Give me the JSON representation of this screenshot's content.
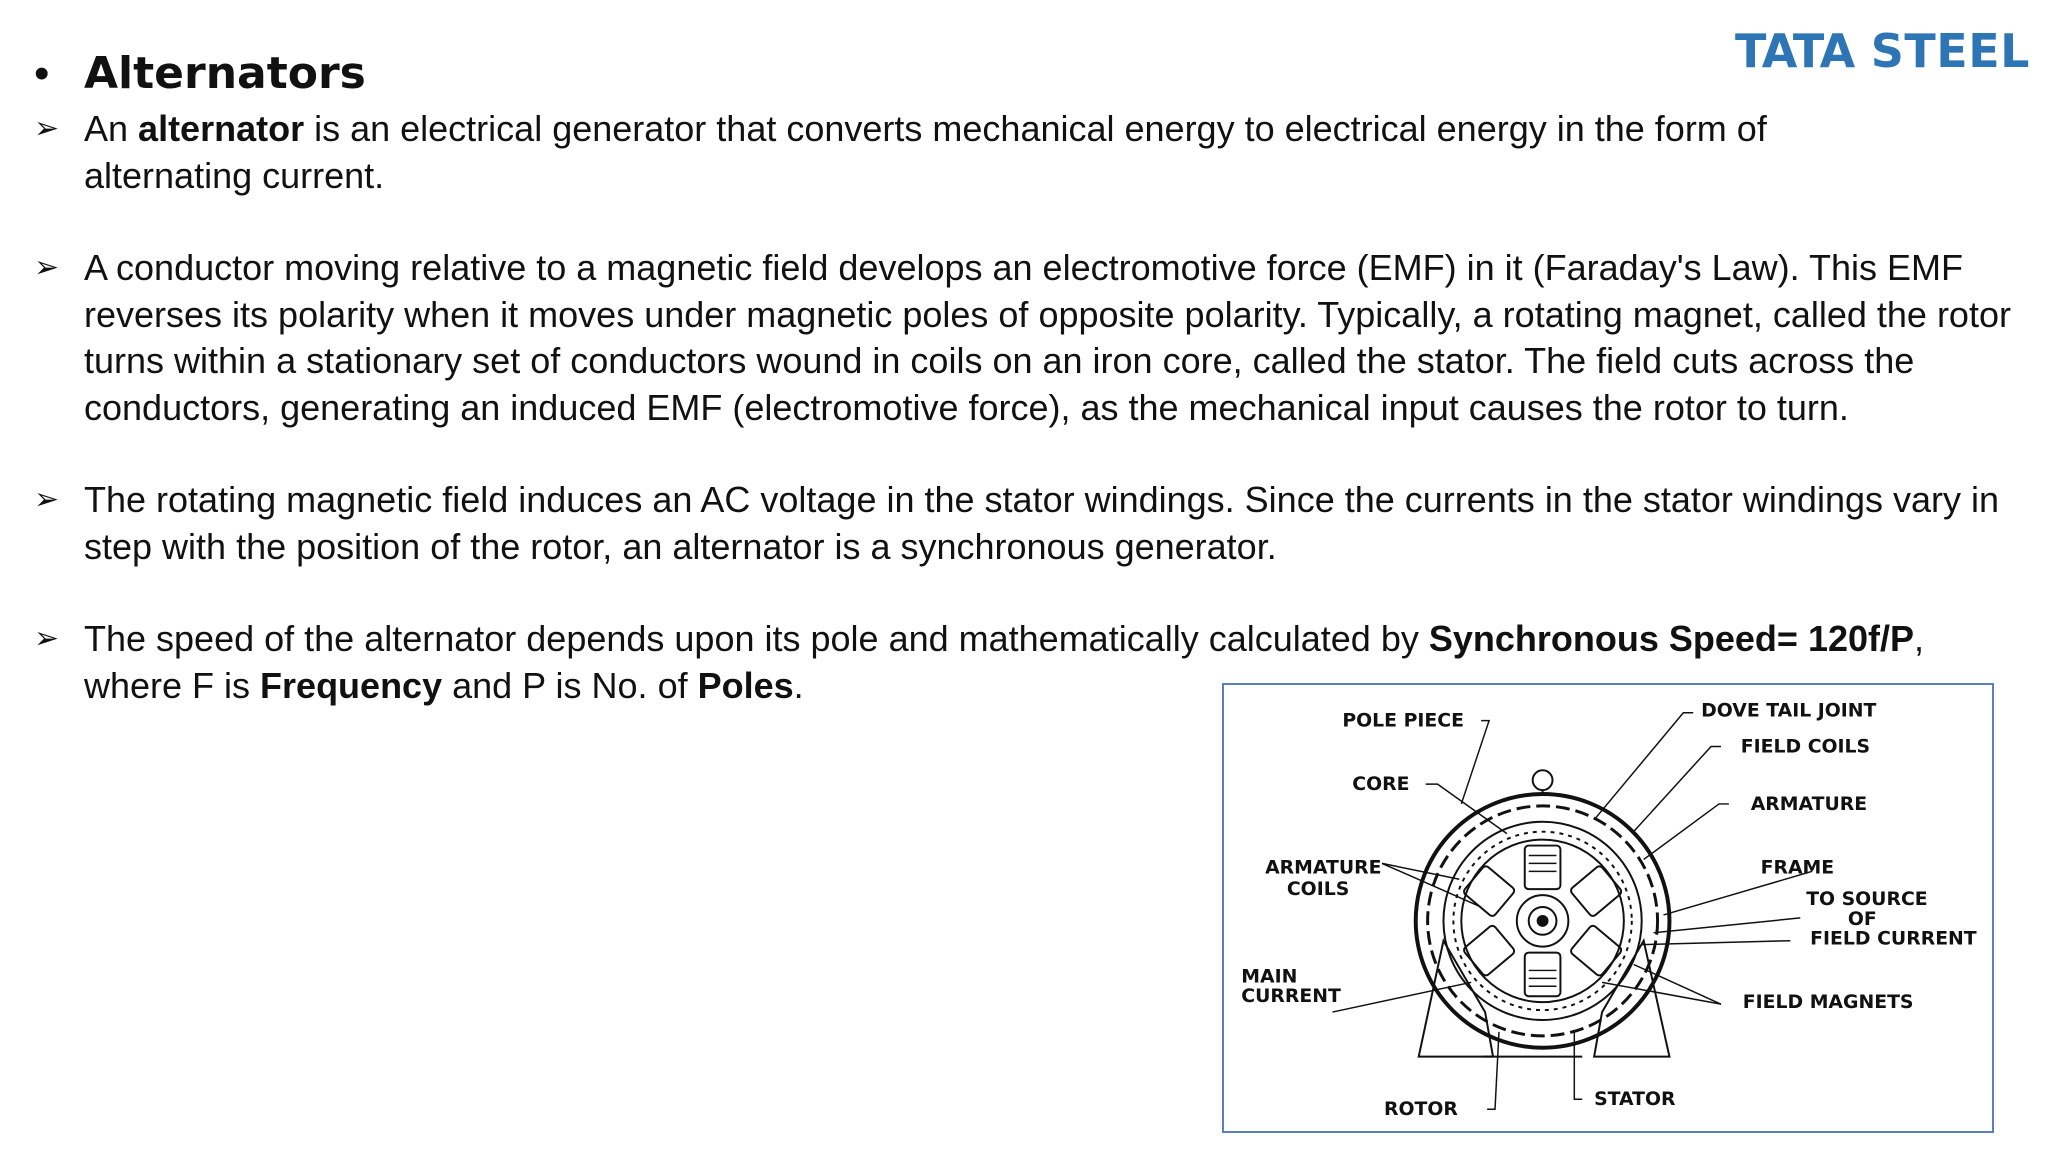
{
  "logo": {
    "text_a": "TATA",
    "text_b": "STEEL",
    "color": "#2e75b6"
  },
  "title": {
    "bullet": "•",
    "text": "Alternators"
  },
  "bullets": [
    {
      "p1": "An ",
      "b1": "alternator",
      "p2": " is an electrical generator that converts mechanical energy to electrical energy in the form of alternating current."
    },
    {
      "text": "A conductor moving relative to a magnetic field develops an electromotive force (EMF) in it (Faraday's Law). This EMF reverses its polarity when it moves under magnetic poles of opposite polarity. Typically, a rotating magnet, called the rotor turns within a stationary set of conductors wound in coils on an iron core, called the stator. The field cuts across the conductors, generating an induced EMF (electromotive force), as the mechanical input causes the rotor to turn."
    },
    {
      "text": "The rotating magnetic field induces an AC voltage in the stator windings. Since the currents in the stator windings vary in step with the position of the rotor, an alternator is a synchronous generator."
    },
    {
      "p1": "The speed of the alternator depends upon its pole and mathematically calculated by ",
      "b1": "Synchronous Speed= 120f/P",
      "p2": ", where F is ",
      "b2": "Frequency",
      "p3": " and P is No. of ",
      "b3": "Poles",
      "p4": "."
    }
  ],
  "diagram": {
    "labels": {
      "pole_piece": "POLE PIECE",
      "dove_tail": "DOVE TAIL JOINT",
      "field_coils": "FIELD COILS",
      "core": "CORE",
      "armature": "ARMATURE",
      "armature_coils_1": "ARMATURE",
      "armature_coils_2": "COILS",
      "frame": "FRAME",
      "to_source_1": "TO SOURCE",
      "to_source_2": "OF",
      "to_source_3": "FIELD CURRENT",
      "main_current_1": "MAIN",
      "main_current_2": "CURRENT",
      "field_magnets": "FIELD MAGNETS",
      "rotor": "ROTOR",
      "stator": "STATOR"
    }
  }
}
